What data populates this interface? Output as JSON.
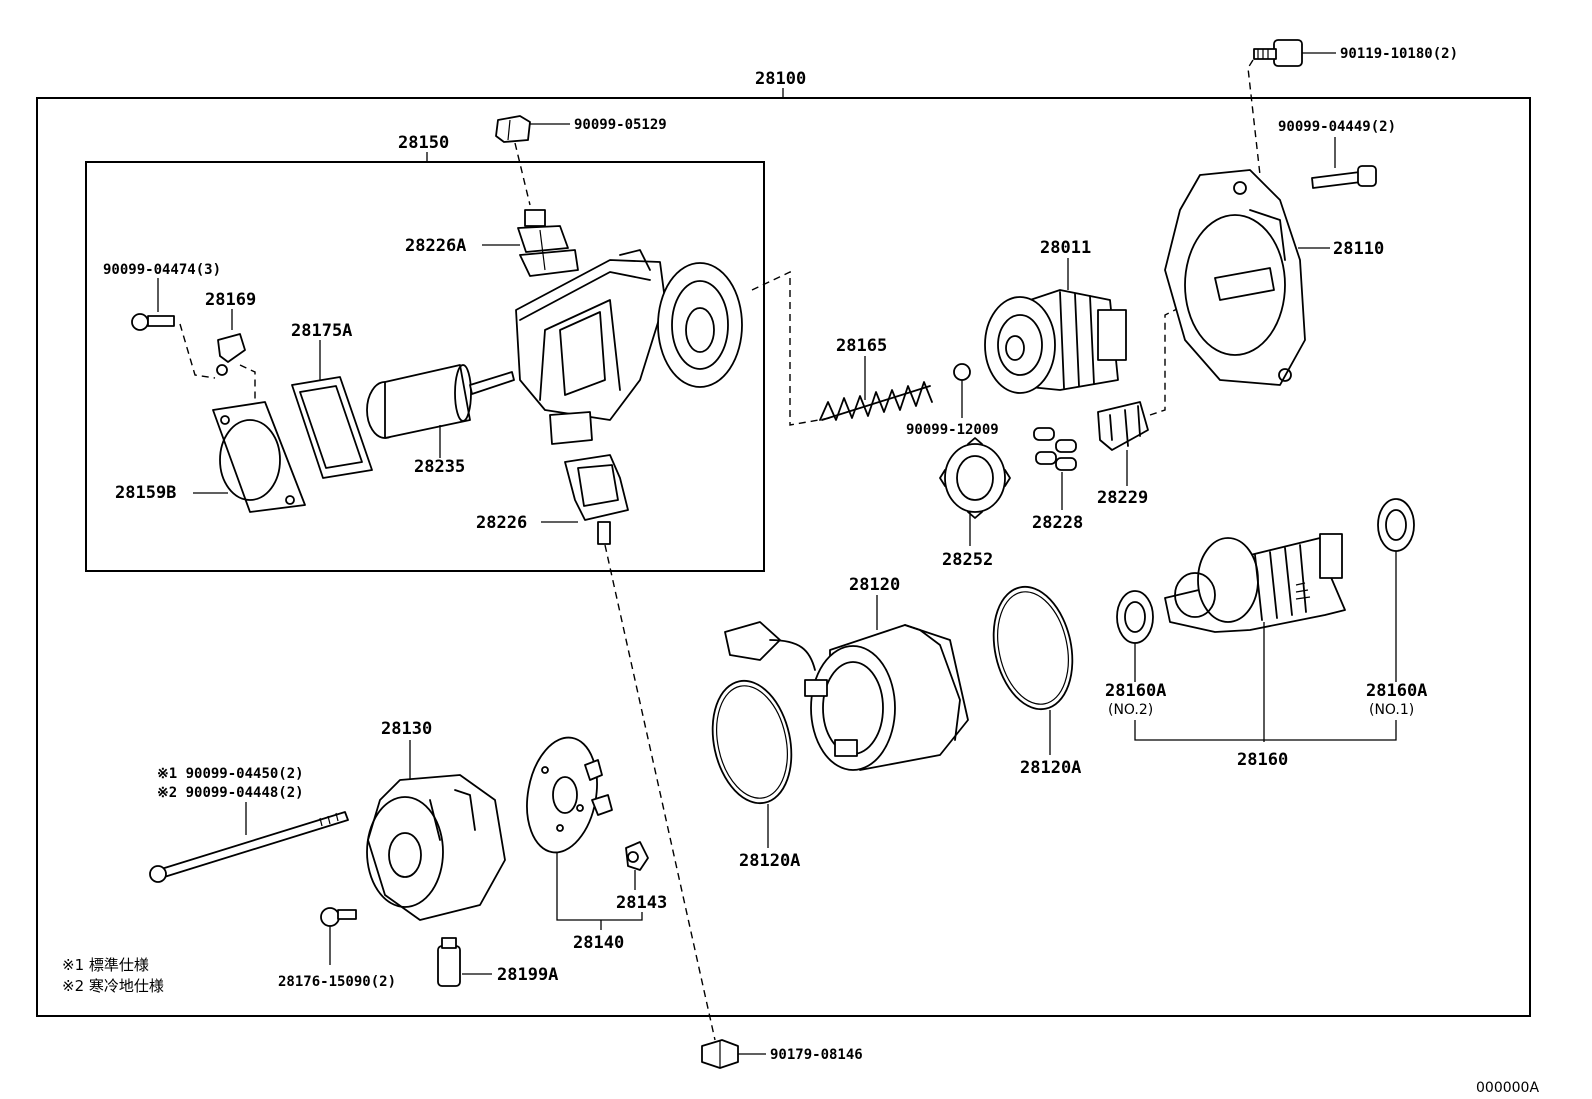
{
  "assembly": "28100",
  "subassembly": "28150",
  "labels": {
    "p90119_10180": "90119-10180(2)",
    "p90099_05129": "90099-05129",
    "p90099_04449": "90099-04449(2)",
    "p28226A": "28226A",
    "p90099_04474": "90099-04474(3)",
    "p28169": "28169",
    "p28175A": "28175A",
    "p28235": "28235",
    "p28159B": "28159B",
    "p28226": "28226",
    "p28165": "28165",
    "p28011": "28011",
    "p28110": "28110",
    "p90099_12009": "90099-12009",
    "p28229": "28229",
    "p28228": "28228",
    "p28252": "28252",
    "p28120": "28120",
    "p28120A_right": "28120A",
    "p28120A_left": "28120A",
    "p28160A_no2": "28160A",
    "p28160A_no2_sub": "(NO.2)",
    "p28160A_no1": "28160A",
    "p28160A_no1_sub": "(NO.1)",
    "p28160": "28160",
    "p28130": "28130",
    "p28143": "28143",
    "p28140": "28140",
    "p90099_04450": "※1 90099-04450(2)",
    "p90099_04448": "※2 90099-04448(2)",
    "p28176_15090": "28176-15090(2)",
    "p28199A": "28199A",
    "p90179_08146": "90179-08146"
  },
  "notes": {
    "note1": "※1 標準仕様",
    "note2": "※2 寒冷地仕様"
  },
  "footer_code": "000000A"
}
